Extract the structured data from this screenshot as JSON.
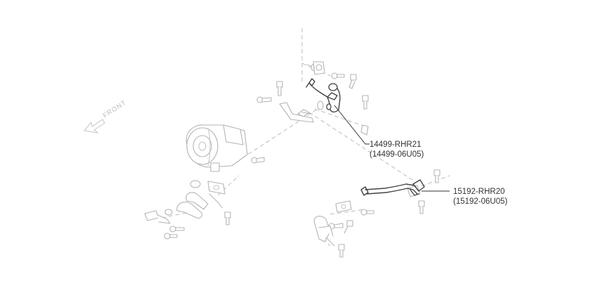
{
  "front_label": "FRONT",
  "callouts": [
    {
      "part_number": "14499-RHR21",
      "alt_part_number": "(14499-06U05)"
    },
    {
      "part_number": "15192-RHR20",
      "alt_part_number": "(15192-06U05)"
    }
  ],
  "colors": {
    "faded_parts": "#b4b4b4",
    "highlighted_parts": "#444444",
    "callout_text": "#333333"
  }
}
